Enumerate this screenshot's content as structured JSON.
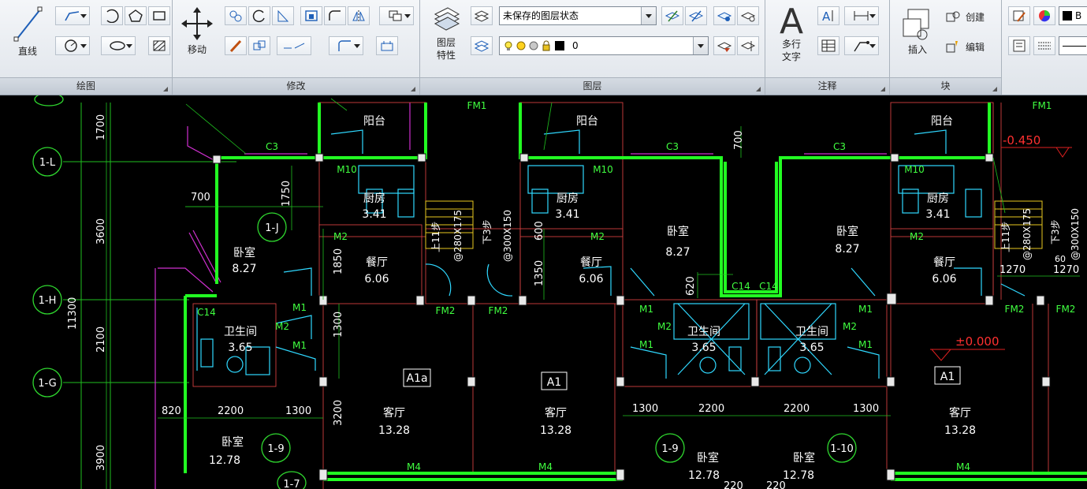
{
  "ribbon": {
    "panels": {
      "draw": {
        "title": "绘图",
        "line_label": "直线"
      },
      "modify": {
        "title": "修改",
        "move_label": "移动"
      },
      "layers": {
        "title": "图层",
        "layer_props_label_1": "图层",
        "layer_props_label_2": "特性",
        "layer_state_value": "未保存的图层状态",
        "layer_name_value": "0"
      },
      "annotation": {
        "title": "注释",
        "mtext_label_1": "多行",
        "mtext_label_2": "文字"
      },
      "block": {
        "title": "块",
        "insert_label": "插入",
        "create_label": "创建",
        "edit_label": "编辑"
      }
    },
    "properties": {
      "color_value": "B"
    }
  },
  "drawing": {
    "axis_labels": [
      "1-L",
      "1-H",
      "1-G",
      "1-J",
      "1-9",
      "1-9",
      "1-10",
      "1-7"
    ],
    "rooms": {
      "balcony": "阳台",
      "kitchen": "厨房",
      "kitchen_area": "3.41",
      "bedroom": "卧室",
      "bedroom_area_a": "8.27",
      "bedroom_area_b": "12.78",
      "dining": "餐厅",
      "dining_area": "6.06",
      "bath": "卫生间",
      "bath_area": "3.65",
      "living": "客厅",
      "living_area": "13.28"
    },
    "unit_tags": [
      "A1a",
      "A1",
      "A1"
    ],
    "door_tags": [
      "FM1",
      "FM2",
      "M1",
      "M2",
      "M4",
      "M10",
      "C3",
      "C14"
    ],
    "stair_tags": [
      "上11步",
      "@280X175",
      "下3步",
      "@300X150"
    ],
    "levels": [
      "-0.450",
      "±0.000"
    ],
    "dims": [
      "1700",
      "3600",
      "2100",
      "3900",
      "11300",
      "700",
      "1750",
      "1850",
      "1300",
      "3200",
      "820",
      "2200",
      "1300",
      "600",
      "1350",
      "700",
      "620",
      "2200",
      "2200",
      "1300",
      "1300",
      "1270",
      "1270",
      "220",
      "220",
      "60"
    ]
  }
}
